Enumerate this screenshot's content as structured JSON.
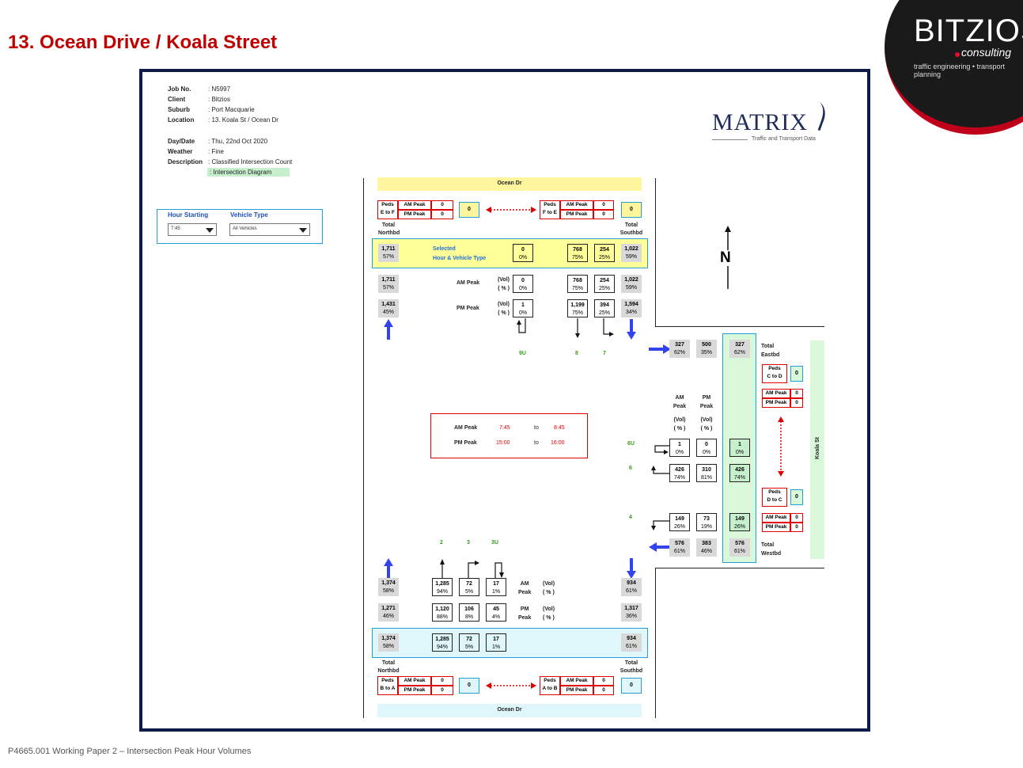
{
  "page_title": "13. Ocean Drive / Koala Street",
  "footer": "P4665.001 Working Paper 2 – Intersection Peak Hour Volumes",
  "logo": {
    "name": "BITZIOS",
    "sub": "consulting",
    "tagline": "traffic engineering • transport planning"
  },
  "matrix": {
    "name": "MATRIX",
    "tagline": "Traffic and Transport Data"
  },
  "info": [
    {
      "label": "Job No.",
      "value": ": N5997"
    },
    {
      "label": "Client",
      "value": ": Bitzios"
    },
    {
      "label": "Suburb",
      "value": ": Port Macquarie"
    },
    {
      "label": "Location",
      "value": ": 13. Koala St / Ocean Dr"
    },
    {
      "label": "Day/Date",
      "value": ": Thu, 22nd Oct 2020"
    },
    {
      "label": "Weather",
      "value": ": Fine"
    },
    {
      "label": "Description",
      "value": ": Classified Intersection Count"
    },
    {
      "label": "",
      "value": ": Intersection Diagram"
    }
  ],
  "selectors": {
    "hour_label": "Hour Starting",
    "hour_value": "7:45",
    "vehicle_label": "Vehicle Type",
    "vehicle_value": "All Vehicles"
  },
  "roads": {
    "north": "Ocean Dr",
    "south": "Ocean Dr",
    "east": "Koala St"
  },
  "north_arrow": "N",
  "labels": {
    "peds": "Peds",
    "am_peak": "AM Peak",
    "pm_peak": "PM Peak",
    "total": "Total",
    "northbd": "Northbd",
    "southbd": "Southbd",
    "eastbd": "Eastbd",
    "westbd": "Westbd",
    "selected": "Selected",
    "hour_vehicle_type": "Hour & Vehicle Type",
    "am": "AM",
    "pm": "PM",
    "peak": "Peak",
    "vol": "(Vol)",
    "pct": "( % )",
    "to": "to"
  },
  "peds": {
    "e_to_f": {
      "dir": "E to F",
      "am": "0",
      "pm": "0",
      "total": "0"
    },
    "f_to_e": {
      "dir": "F to E",
      "am": "0",
      "pm": "0",
      "total": "0"
    },
    "c_to_d": {
      "dir": "C to D",
      "am": "0",
      "pm": "0",
      "total": "0"
    },
    "d_to_c": {
      "dir": "D to C",
      "am": "0",
      "pm": "0",
      "total": "0"
    },
    "b_to_a": {
      "dir": "B to A",
      "am": "0",
      "pm": "0",
      "total": "0"
    },
    "a_to_b": {
      "dir": "A to B",
      "am": "0",
      "pm": "0",
      "total": "0"
    }
  },
  "peak_times": {
    "am_label": "AM Peak",
    "am_from": "7:45",
    "am_to": "8:45",
    "pm_label": "PM Peak",
    "pm_from": "15:00",
    "pm_to": "16:00"
  },
  "movements": {
    "n9u": "9U",
    "n8": "8",
    "n7": "7",
    "e6u": "6U",
    "e6": "6",
    "e4": "4",
    "s2": "2",
    "s3": "3",
    "s3u": "3U"
  },
  "north": {
    "total_n_sel": {
      "v": "1,711",
      "p": "57%"
    },
    "total_s_sel": {
      "v": "1,022",
      "p": "59%"
    },
    "total_n_am": {
      "v": "1,711",
      "p": "57%"
    },
    "total_s_am": {
      "v": "1,022",
      "p": "59%"
    },
    "total_n_pm": {
      "v": "1,431",
      "p": "45%"
    },
    "total_s_pm": {
      "v": "1,594",
      "p": "34%"
    },
    "m9u": {
      "sel": {
        "v": "0",
        "p": "0%"
      },
      "am": {
        "v": "0",
        "p": "0%"
      },
      "pm": {
        "v": "1",
        "p": "0%"
      }
    },
    "m8": {
      "sel": {
        "v": "768",
        "p": "75%"
      },
      "am": {
        "v": "768",
        "p": "75%"
      },
      "pm": {
        "v": "1,199",
        "p": "75%"
      }
    },
    "m7": {
      "sel": {
        "v": "254",
        "p": "25%"
      },
      "am": {
        "v": "254",
        "p": "25%"
      },
      "pm": {
        "v": "394",
        "p": "25%"
      }
    }
  },
  "east": {
    "total_e": {
      "am": {
        "v": "327",
        "p": "62%"
      },
      "pm": {
        "v": "500",
        "p": "35%"
      },
      "sel": {
        "v": "327",
        "p": "62%"
      }
    },
    "m6u": {
      "am": {
        "v": "1",
        "p": "0%"
      },
      "pm": {
        "v": "0",
        "p": "0%"
      },
      "sel": {
        "v": "1",
        "p": "0%"
      }
    },
    "m6": {
      "am": {
        "v": "426",
        "p": "74%"
      },
      "pm": {
        "v": "310",
        "p": "81%"
      },
      "sel": {
        "v": "426",
        "p": "74%"
      }
    },
    "m4": {
      "am": {
        "v": "149",
        "p": "26%"
      },
      "pm": {
        "v": "73",
        "p": "19%"
      },
      "sel": {
        "v": "149",
        "p": "26%"
      }
    },
    "total_w": {
      "am": {
        "v": "576",
        "p": "61%"
      },
      "pm": {
        "v": "383",
        "p": "46%"
      },
      "sel": {
        "v": "576",
        "p": "61%"
      }
    }
  },
  "south": {
    "total_n_am": {
      "v": "1,374",
      "p": "58%"
    },
    "total_s_am": {
      "v": "934",
      "p": "61%"
    },
    "total_n_pm": {
      "v": "1,271",
      "p": "46%"
    },
    "total_s_pm": {
      "v": "1,317",
      "p": "36%"
    },
    "total_n_sel": {
      "v": "1,374",
      "p": "58%"
    },
    "total_s_sel": {
      "v": "934",
      "p": "61%"
    },
    "m2": {
      "am": {
        "v": "1,285",
        "p": "94%"
      },
      "pm": {
        "v": "1,120",
        "p": "88%"
      },
      "sel": {
        "v": "1,285",
        "p": "94%"
      }
    },
    "m3": {
      "am": {
        "v": "72",
        "p": "5%"
      },
      "pm": {
        "v": "106",
        "p": "8%"
      },
      "sel": {
        "v": "72",
        "p": "5%"
      }
    },
    "m3u": {
      "am": {
        "v": "17",
        "p": "1%"
      },
      "pm": {
        "v": "45",
        "p": "4%"
      },
      "sel": {
        "v": "17",
        "p": "1%"
      }
    }
  },
  "colors": {
    "title": "#c00000",
    "frame": "#0d1a4a",
    "selected_bg": "#ffff99",
    "green_bg": "#d9f7d9",
    "cyan_bg": "#dff6fb",
    "arrow": "#3344ee"
  }
}
